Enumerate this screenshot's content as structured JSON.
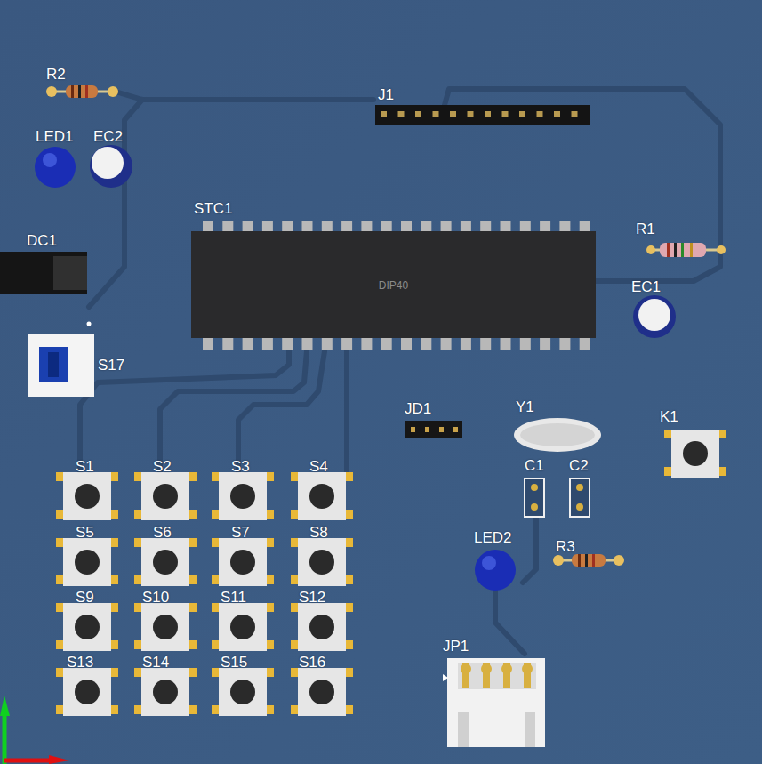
{
  "diagram": {
    "nodes": [
      {
        "text": [
          "STC1",
          "DIP40"
        ]
      }
    ],
    "labels": [
      "R2",
      "J1",
      "LED1",
      "EC2",
      "DC1",
      "R1",
      "EC1",
      "S17",
      "JD1",
      "Y1",
      "K1",
      "S1",
      "S2",
      "S3",
      "S4",
      "C1",
      "C2",
      "S5",
      "S6",
      "S7",
      "S8",
      "LED2",
      "R3",
      "S9",
      "S10",
      "S11",
      "S12",
      "JP1",
      "S13",
      "S14",
      "S15",
      "S16"
    ]
  }
}
